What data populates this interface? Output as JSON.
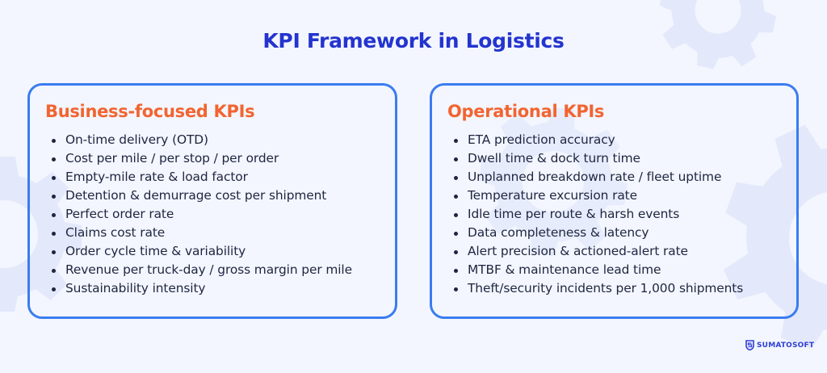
{
  "title": "KPI Framework in Logistics",
  "colors": {
    "background": "#f3f6fe",
    "title": "#2334cf",
    "card_border": "#3a7cf0",
    "card_heading": "#f26431",
    "body_text": "#1e2540",
    "gear": "#e3e9fb"
  },
  "cards": [
    {
      "heading": "Business-focused KPIs",
      "items": [
        "On-time delivery (OTD)",
        "Cost per mile / per stop / per order",
        "Empty-mile rate & load factor",
        "Detention & demurrage cost per shipment",
        "Perfect order rate",
        "Claims cost rate",
        "Order cycle time & variability",
        "Revenue per truck-day / gross margin per mile",
        "Sustainability intensity"
      ]
    },
    {
      "heading": "Operational KPIs",
      "items": [
        "ETA prediction accuracy",
        "Dwell time & dock turn time",
        "Unplanned breakdown rate / fleet uptime",
        "Temperature excursion rate",
        "Idle time per route & harsh events",
        "Data completeness & latency",
        "Alert precision & actioned-alert rate",
        "MTBF & maintenance lead time",
        "Theft/security incidents per 1,000 shipments"
      ]
    }
  ],
  "logo": {
    "icon": "shield-s-icon",
    "text": "SUMATOSOFT"
  }
}
